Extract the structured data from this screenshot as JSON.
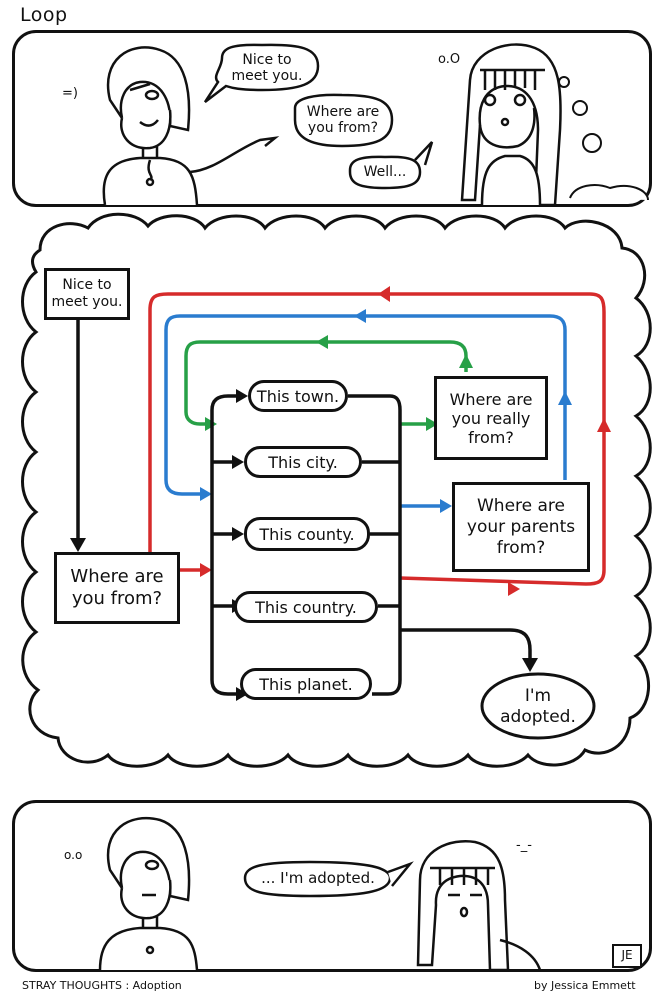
{
  "title": "Loop",
  "panel1": {
    "emote": "=)",
    "thought": "o.O",
    "bubbles": {
      "nice": "Nice to\nmeet you.",
      "where": "Where are\nyou from?",
      "well": "Well..."
    }
  },
  "flow": {
    "start": "Nice to\nmeet you.",
    "question": "Where are\nyou from?",
    "options": [
      "This town.",
      "This city.",
      "This county.",
      "This country.",
      "This planet."
    ],
    "really": "Where are\nyou really\nfrom?",
    "parents": "Where are\nyour parents\nfrom?",
    "adopted": "I'm\nadopted."
  },
  "panel3": {
    "emote": "o.o",
    "sigh": "-_-",
    "bubble": "... I'm adopted.",
    "stamp": "JE"
  },
  "footer": {
    "left": "STRAY THOUGHTS : Adoption",
    "right": "by Jessica Emmett"
  },
  "colors": {
    "red": "#d62b2b",
    "blue": "#2a7ccf",
    "green": "#27a047",
    "ink": "#111111"
  }
}
